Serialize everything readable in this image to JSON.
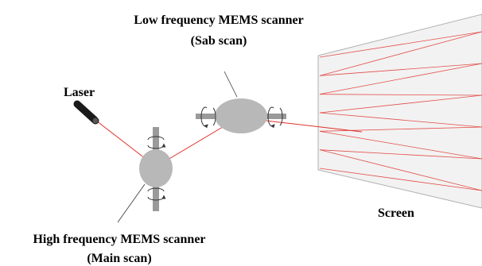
{
  "labels": {
    "laser": "Laser",
    "low_freq_title": "Low frequency MEMS scanner",
    "low_freq_sub": "(Sab scan)",
    "high_freq_title": "High frequency MEMS scanner",
    "high_freq_sub": "(Main scan)",
    "screen": "Screen"
  },
  "colors": {
    "beam": "#e0302a",
    "mirror": "#b8b8b8",
    "axis": "#9a9a9a",
    "screen_fill": "#f2f2f2",
    "screen_edge": "#b0b0b0",
    "laser_body": "#1a1a1a"
  },
  "icons": {
    "rotation": "rotation-arrow-icon",
    "laser": "laser-pointer-icon"
  }
}
